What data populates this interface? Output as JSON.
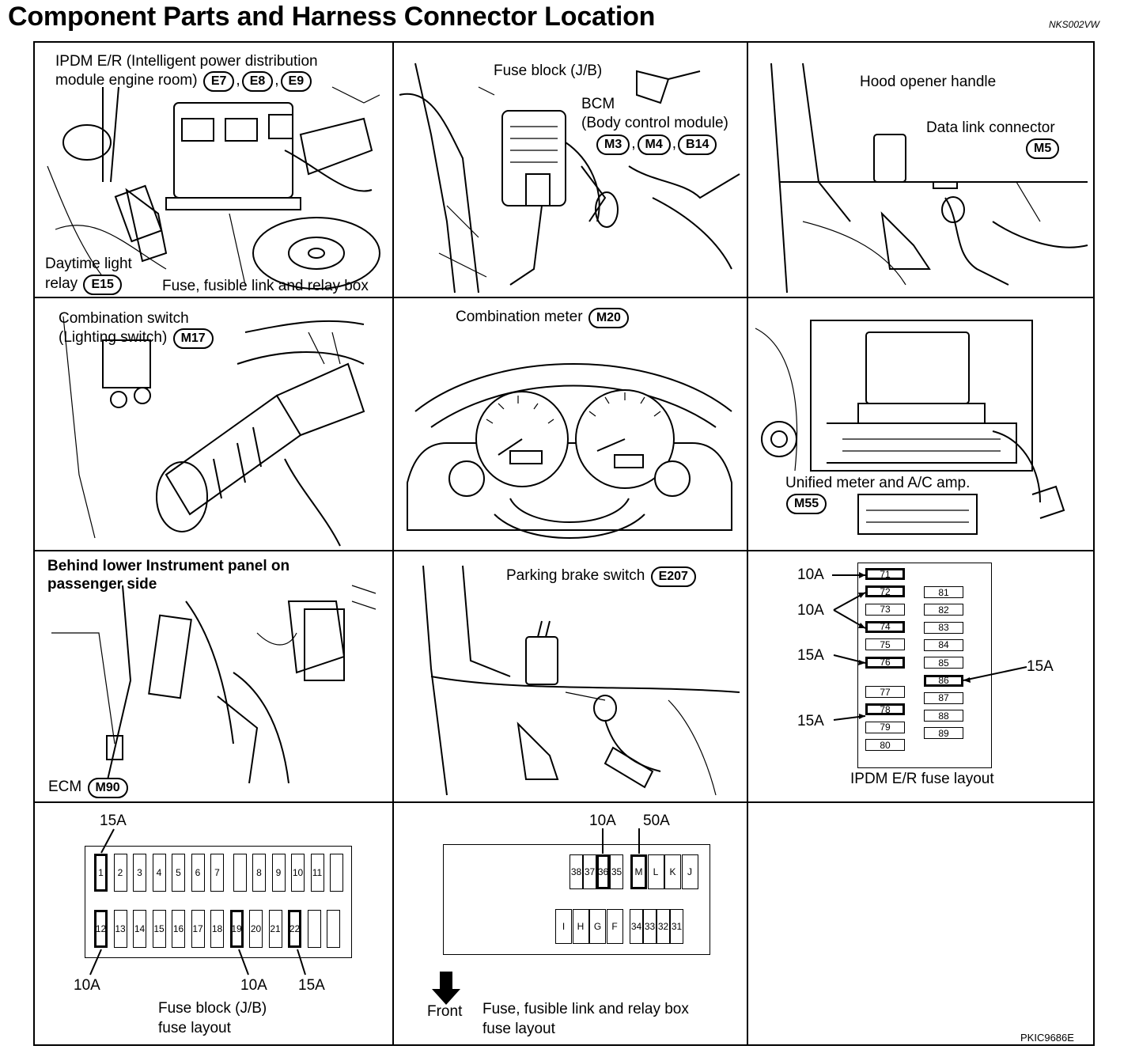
{
  "header": {
    "title": "Component Parts and Harness Connector Location",
    "code_top": "NKS002VW",
    "code_bottom": "PKIC9686E"
  },
  "panels": {
    "ipdm": {
      "label_line1": "IPDM E/R (Intelligent power distribution",
      "label_line2": "module engine room)",
      "connectors": [
        "E7",
        "E8",
        "E9"
      ],
      "sep": ",",
      "daytime_line1": "Daytime light",
      "daytime_line2": "relay",
      "daytime_conn": "E15",
      "fuse_box": "Fuse, fusible link and relay box"
    },
    "fuse_block": {
      "label": "Fuse block (J/B)",
      "bcm_line1": "BCM",
      "bcm_line2": "(Body control module)",
      "connectors": [
        "M3",
        "M4",
        "B14"
      ],
      "sep": ","
    },
    "hood": {
      "hood_label": "Hood opener handle",
      "dlc_label": "Data link connector",
      "dlc_conn": "M5"
    },
    "combo_switch": {
      "line1": "Combination switch",
      "line2": "(Lighting switch)",
      "conn": "M17"
    },
    "combo_meter": {
      "label": "Combination meter",
      "conn": "M20"
    },
    "unified": {
      "label": "Unified meter and A/C amp.",
      "conn": "M55"
    },
    "ecm": {
      "line1": "Behind lower Instrument panel on",
      "line2": "passenger side",
      "label": "ECM",
      "conn": "M90"
    },
    "parking": {
      "label": "Parking brake switch",
      "conn": "E207"
    },
    "ipdm_layout": {
      "title": "IPDM E/R fuse layout",
      "left_col": [
        "71",
        "72",
        "73",
        "74",
        "75",
        "76",
        "77",
        "78",
        "79",
        "80"
      ],
      "right_col": [
        "81",
        "82",
        "83",
        "84",
        "85",
        "86",
        "87",
        "88",
        "89"
      ],
      "callouts": [
        "10A",
        "10A",
        "15A",
        "15A",
        "15A"
      ]
    },
    "jb_layout": {
      "title_line1": "Fuse block (J/B)",
      "title_line2": "fuse layout",
      "top_row": [
        "1",
        "2",
        "3",
        "4",
        "5",
        "6",
        "7",
        "",
        "8",
        "9",
        "10",
        "11",
        ""
      ],
      "bottom_row": [
        "12",
        "13",
        "14",
        "15",
        "16",
        "17",
        "18",
        "19",
        "20",
        "21",
        "22",
        "",
        ""
      ],
      "callouts": [
        "15A",
        "10A",
        "10A",
        "15A"
      ]
    },
    "relay_layout": {
      "title_line1": "Fuse, fusible link and relay box",
      "title_line2": "fuse layout",
      "front": "Front",
      "top_small": [
        "38",
        "37",
        "36",
        "35"
      ],
      "top_letters": [
        "M",
        "L",
        "K",
        "J"
      ],
      "bottom_letters": [
        "I",
        "H",
        "G",
        "F"
      ],
      "bottom_small": [
        "34",
        "33",
        "32",
        "31"
      ],
      "callouts": [
        "10A",
        "50A"
      ]
    }
  }
}
